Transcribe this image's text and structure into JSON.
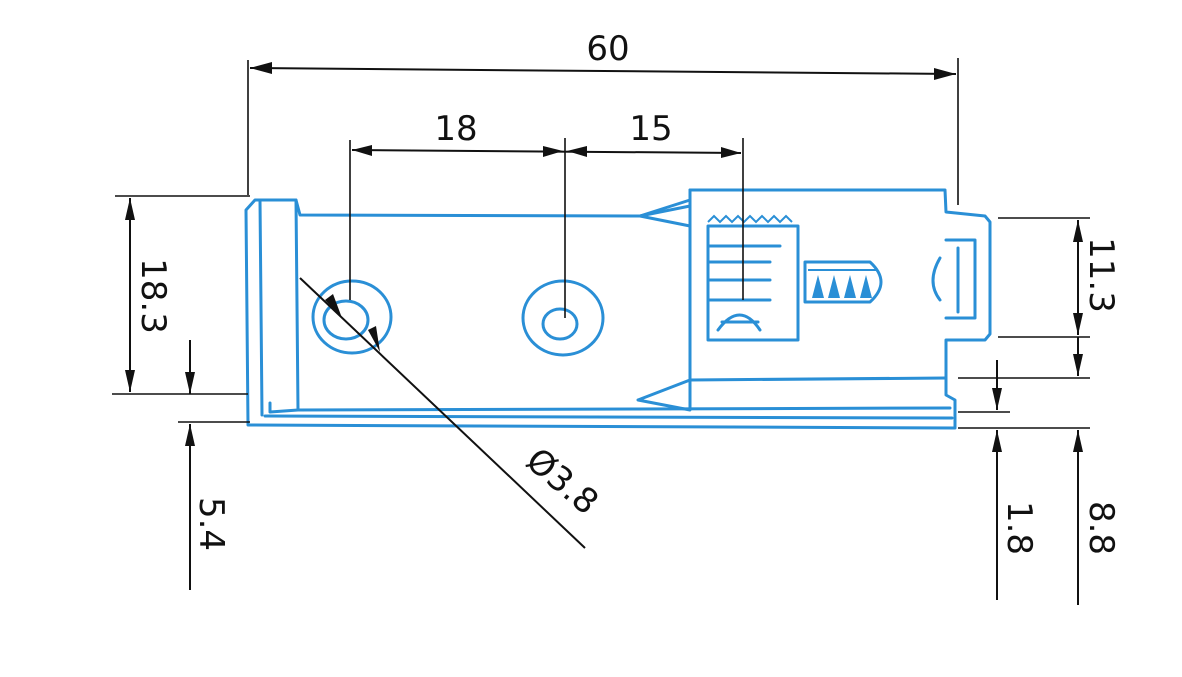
{
  "dimensions": {
    "overall_width": "60",
    "hole_spacing_left": "18",
    "hole_spacing_right": "15",
    "left_height": "18.3",
    "left_bottom_offset": "5.4",
    "hole_diameter": "Ø3.8",
    "right_upper_height": "11.3",
    "right_lower_small": "1.8",
    "right_lower_height": "8.8"
  },
  "colors": {
    "part_outline": "#2a8fd6",
    "dimension_lines": "#111111",
    "background": "#ffffff"
  }
}
